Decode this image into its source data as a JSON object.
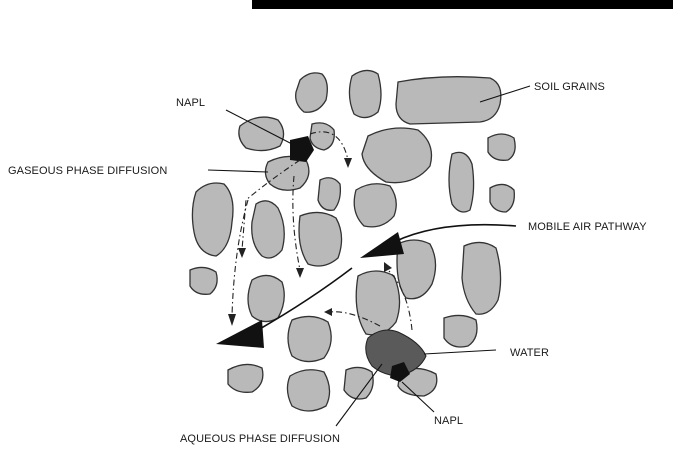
{
  "labels": {
    "napl_top": "NAPL",
    "soil_grains": "SOIL GRAINS",
    "gaseous": "GASEOUS PHASE DIFFUSION",
    "mobile_air": "MOBILE AIR PATHWAY",
    "water": "WATER",
    "napl_bottom": "NAPL",
    "aqueous": "AQUEOUS PHASE DIFFUSION"
  },
  "colors": {
    "grain_fill": "#b9b9b9",
    "napl": "#111111",
    "water": "#5a5a5a",
    "header_bar": "#000000"
  }
}
